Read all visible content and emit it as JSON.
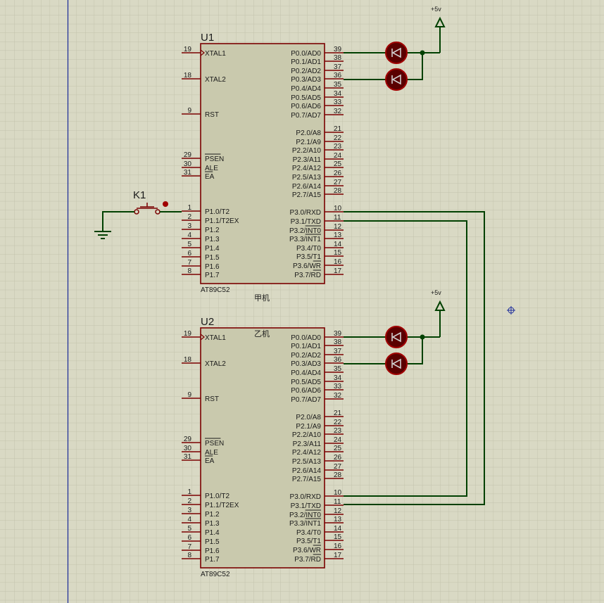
{
  "colors": {
    "background": "#d9d9c4",
    "grid": "#c4c4ae",
    "grid_major": "#aeae98",
    "border": "#1a2a9a",
    "chip_body": "#c9c9ad",
    "chip_outline": "#7a0000",
    "pin": "#7a0000",
    "wire": "#004000",
    "led_body": "#8a0000",
    "junction": "#004000",
    "text": "#1a1a1a"
  },
  "chips": [
    {
      "ref": "U1",
      "part": "AT89C52",
      "note": "甲机",
      "left_pins": [
        {
          "num": "19",
          "name": "XTAL1",
          "clock": true
        },
        {
          "num": "18",
          "name": "XTAL2"
        },
        {
          "num": "9",
          "name": "RST"
        },
        {
          "num": "29",
          "name": "PSEN",
          "overbar": true
        },
        {
          "num": "30",
          "name": "ALE"
        },
        {
          "num": "31",
          "name": "EA",
          "overbar": true
        },
        {
          "num": "1",
          "name": "P1.0/T2"
        },
        {
          "num": "2",
          "name": "P1.1/T2EX"
        },
        {
          "num": "3",
          "name": "P1.2"
        },
        {
          "num": "4",
          "name": "P1.3"
        },
        {
          "num": "5",
          "name": "P1.4"
        },
        {
          "num": "6",
          "name": "P1.5"
        },
        {
          "num": "7",
          "name": "P1.6"
        },
        {
          "num": "8",
          "name": "P1.7"
        }
      ],
      "right_pins": [
        {
          "num": "39",
          "name": "P0.0/AD0"
        },
        {
          "num": "38",
          "name": "P0.1/AD1"
        },
        {
          "num": "37",
          "name": "P0.2/AD2"
        },
        {
          "num": "36",
          "name": "P0.3/AD3"
        },
        {
          "num": "35",
          "name": "P0.4/AD4"
        },
        {
          "num": "34",
          "name": "P0.5/AD5"
        },
        {
          "num": "33",
          "name": "P0.6/AD6"
        },
        {
          "num": "32",
          "name": "P0.7/AD7"
        },
        {
          "num": "21",
          "name": "P2.0/A8"
        },
        {
          "num": "22",
          "name": "P2.1/A9"
        },
        {
          "num": "23",
          "name": "P2.2/A10"
        },
        {
          "num": "24",
          "name": "P2.3/A11"
        },
        {
          "num": "25",
          "name": "P2.4/A12"
        },
        {
          "num": "26",
          "name": "P2.5/A13"
        },
        {
          "num": "27",
          "name": "P2.6/A14"
        },
        {
          "num": "28",
          "name": "P2.7/A15"
        },
        {
          "num": "10",
          "name": "P3.0/RXD"
        },
        {
          "num": "11",
          "name": "P3.1/TXD"
        },
        {
          "num": "12",
          "name": "P3.2/INT0",
          "overbar_part": "INT0"
        },
        {
          "num": "13",
          "name": "P3.3/INT1",
          "overbar_part": "INT1"
        },
        {
          "num": "14",
          "name": "P3.4/T0"
        },
        {
          "num": "15",
          "name": "P3.5/T1"
        },
        {
          "num": "16",
          "name": "P3.6/WR",
          "overbar_part": "WR"
        },
        {
          "num": "17",
          "name": "P3.7/RD",
          "overbar_part": "RD"
        }
      ]
    },
    {
      "ref": "U2",
      "part": "AT89C52",
      "note": "乙机",
      "left_pins": [
        {
          "num": "19",
          "name": "XTAL1",
          "clock": true
        },
        {
          "num": "18",
          "name": "XTAL2"
        },
        {
          "num": "9",
          "name": "RST"
        },
        {
          "num": "29",
          "name": "PSEN",
          "overbar": true
        },
        {
          "num": "30",
          "name": "ALE"
        },
        {
          "num": "31",
          "name": "EA",
          "overbar": true
        },
        {
          "num": "1",
          "name": "P1.0/T2"
        },
        {
          "num": "2",
          "name": "P1.1/T2EX"
        },
        {
          "num": "3",
          "name": "P1.2"
        },
        {
          "num": "4",
          "name": "P1.3"
        },
        {
          "num": "5",
          "name": "P1.4"
        },
        {
          "num": "6",
          "name": "P1.5"
        },
        {
          "num": "7",
          "name": "P1.6"
        },
        {
          "num": "8",
          "name": "P1.7"
        }
      ],
      "right_pins": [
        {
          "num": "39",
          "name": "P0.0/AD0"
        },
        {
          "num": "38",
          "name": "P0.1/AD1"
        },
        {
          "num": "37",
          "name": "P0.2/AD2"
        },
        {
          "num": "36",
          "name": "P0.3/AD3"
        },
        {
          "num": "35",
          "name": "P0.4/AD4"
        },
        {
          "num": "34",
          "name": "P0.5/AD5"
        },
        {
          "num": "33",
          "name": "P0.6/AD6"
        },
        {
          "num": "32",
          "name": "P0.7/AD7"
        },
        {
          "num": "21",
          "name": "P2.0/A8"
        },
        {
          "num": "22",
          "name": "P2.1/A9"
        },
        {
          "num": "23",
          "name": "P2.2/A10"
        },
        {
          "num": "24",
          "name": "P2.3/A11"
        },
        {
          "num": "25",
          "name": "P2.4/A12"
        },
        {
          "num": "26",
          "name": "P2.5/A13"
        },
        {
          "num": "27",
          "name": "P2.6/A14"
        },
        {
          "num": "28",
          "name": "P2.7/A15"
        },
        {
          "num": "10",
          "name": "P3.0/RXD"
        },
        {
          "num": "11",
          "name": "P3.1/TXD"
        },
        {
          "num": "12",
          "name": "P3.2/INT0",
          "overbar_part": "INT0"
        },
        {
          "num": "13",
          "name": "P3.3/INT1",
          "overbar_part": "INT1"
        },
        {
          "num": "14",
          "name": "P3.4/T0"
        },
        {
          "num": "15",
          "name": "P3.5/T1"
        },
        {
          "num": "16",
          "name": "P3.6/WR",
          "overbar_part": "WR"
        },
        {
          "num": "17",
          "name": "P3.7/RD",
          "overbar_part": "RD"
        }
      ]
    }
  ],
  "power": {
    "label": "+5v"
  },
  "switch": {
    "ref": "K1"
  }
}
